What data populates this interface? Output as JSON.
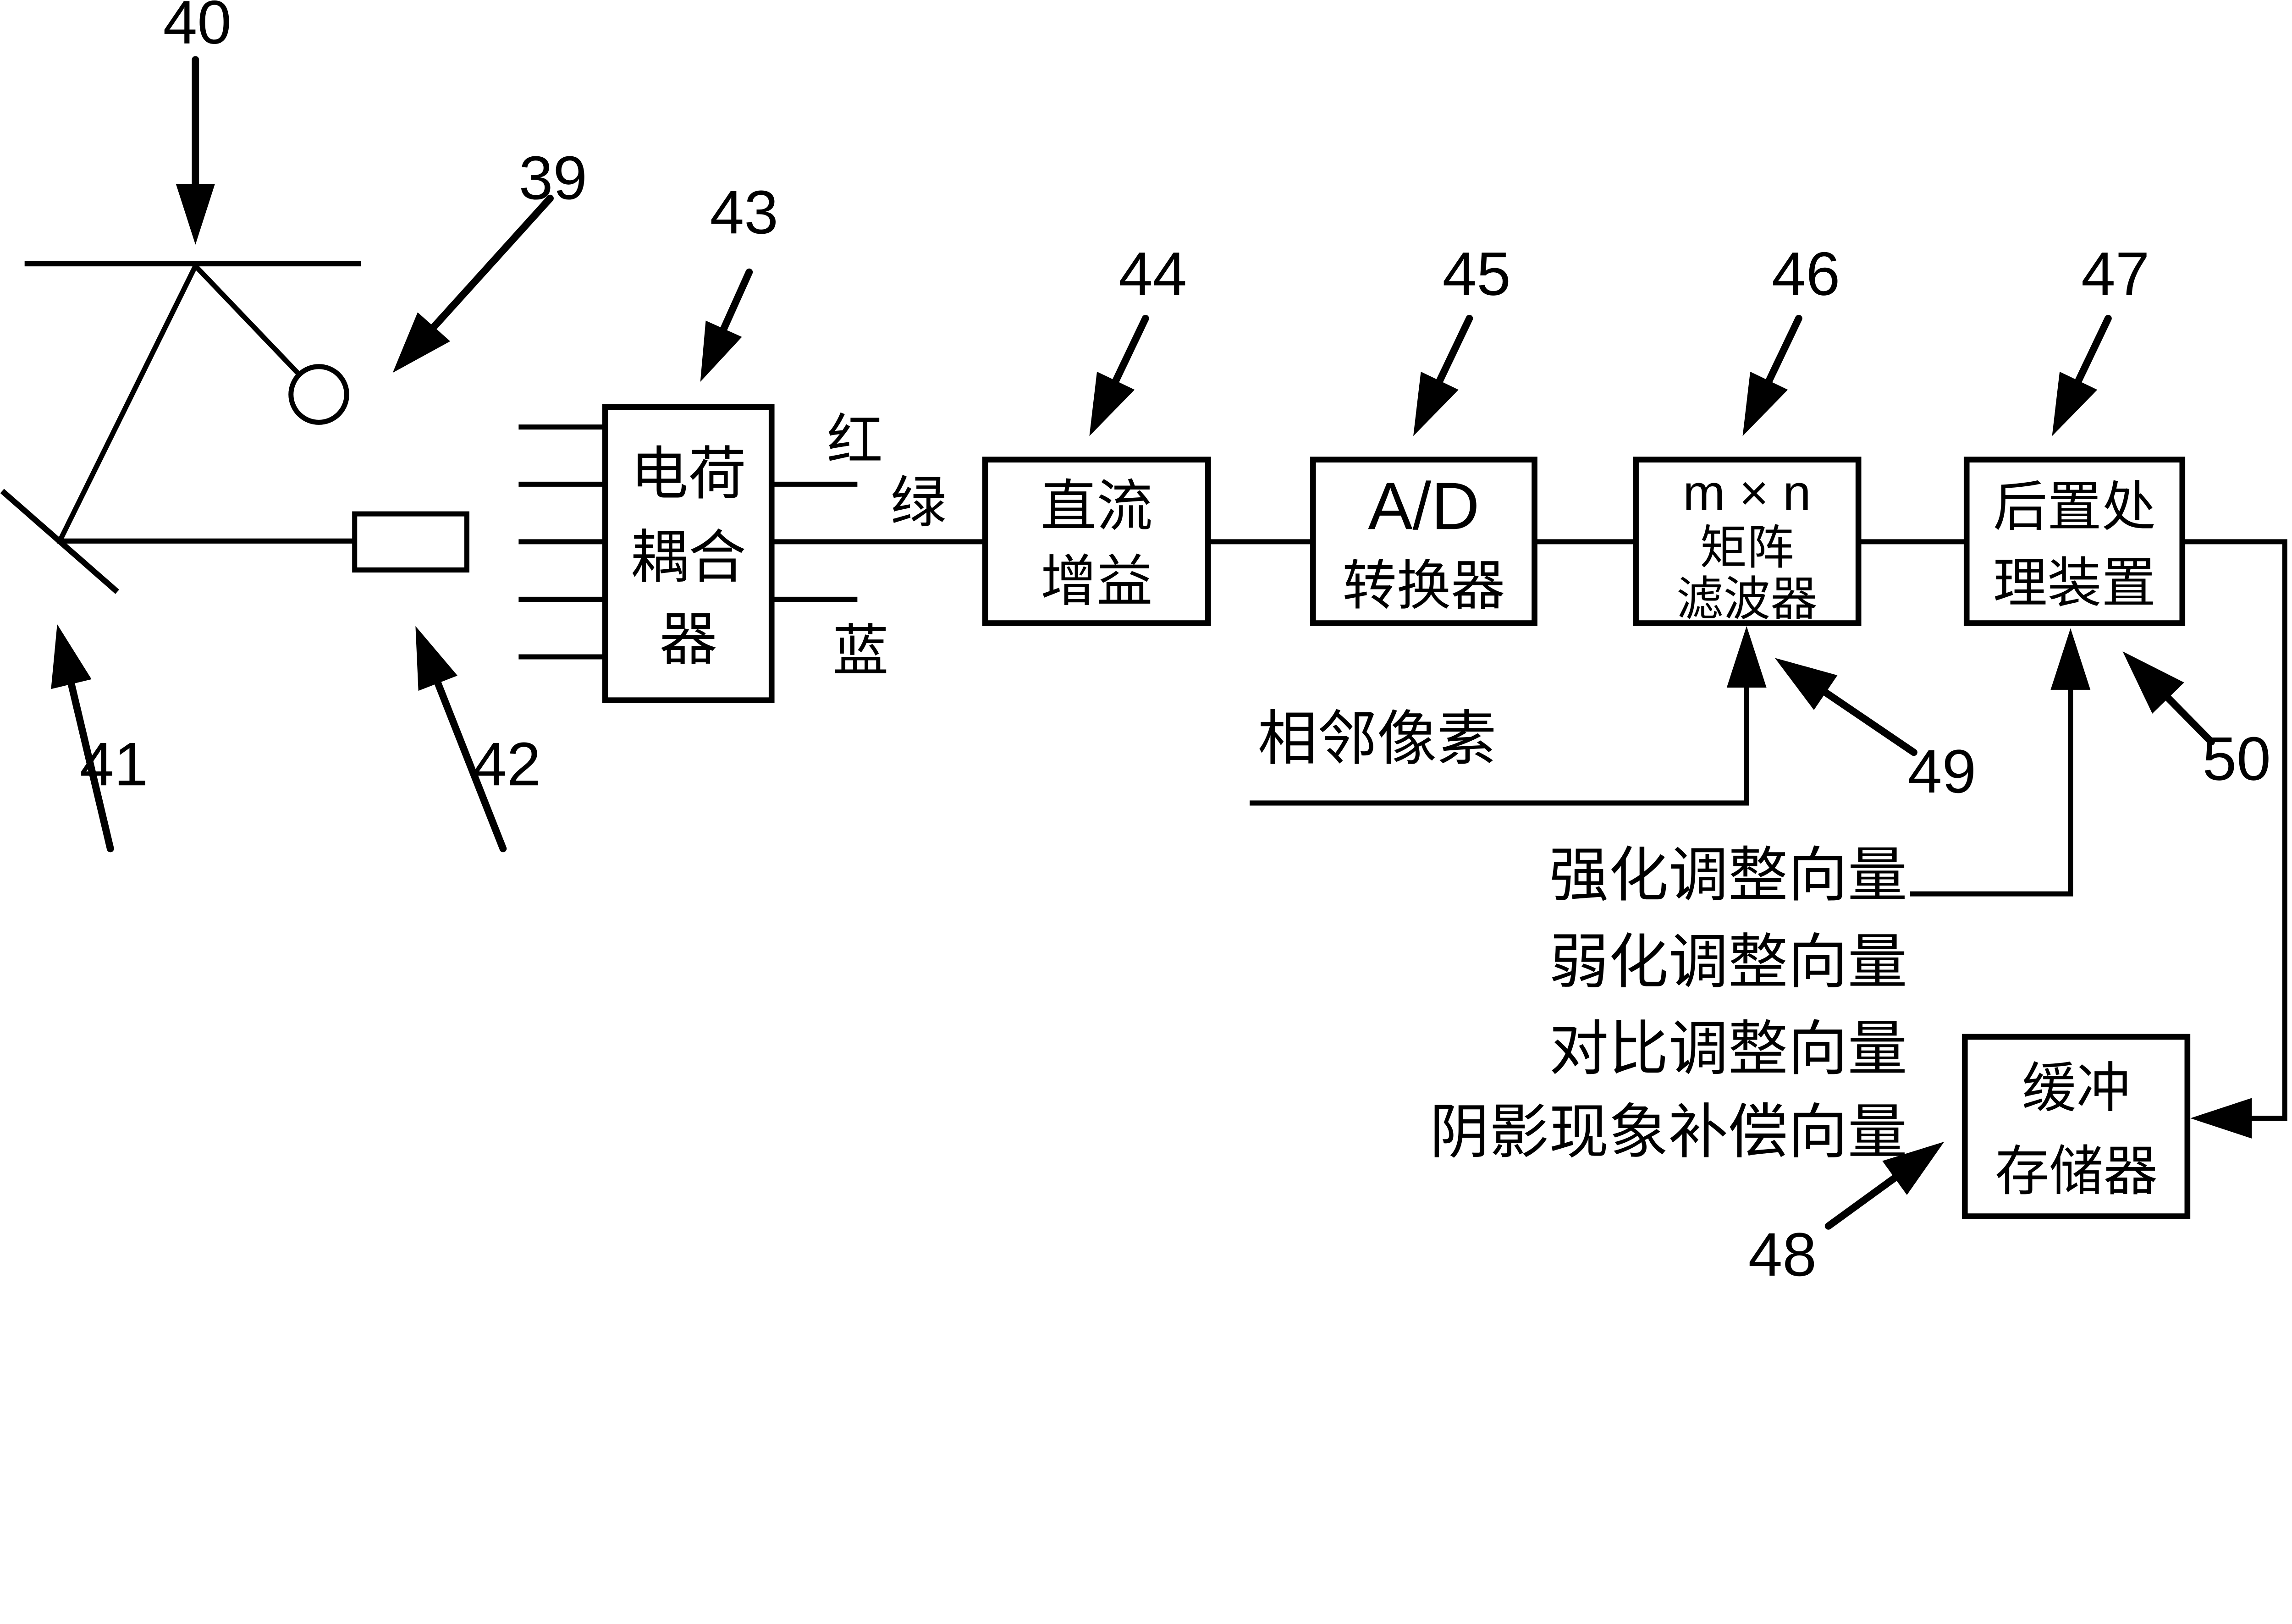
{
  "refs": {
    "r39": "39",
    "r40": "40",
    "r41": "41",
    "r42": "42",
    "r43": "43",
    "r44": "44",
    "r45": "45",
    "r46": "46",
    "r47": "47",
    "r48": "48",
    "r49": "49",
    "r50": "50"
  },
  "ccd_box": {
    "line1": "电荷",
    "line2": "耦合",
    "line3": "器"
  },
  "channels": {
    "red": "红",
    "green": "绿",
    "blue": "蓝"
  },
  "dc_gain_box": {
    "line1": "直流",
    "line2": "增益"
  },
  "adc_box": {
    "line1": "A/D",
    "line2": "转换器"
  },
  "matrix_filter_box": {
    "line1": "m × n",
    "line2": "矩阵",
    "line3": "滤波器"
  },
  "post_processor_box": {
    "line1": "后置处",
    "line2": "理装置"
  },
  "buffer_box": {
    "line1": "缓冲",
    "line2": "存储器"
  },
  "inputs": {
    "adjacent_pixels": "相邻像素",
    "vectors": [
      "强化调整向量",
      "弱化调整向量",
      "对比调整向量",
      "阴影现象补偿向量"
    ]
  },
  "colors": {
    "ink": "#000000",
    "paper": "#ffffff"
  }
}
